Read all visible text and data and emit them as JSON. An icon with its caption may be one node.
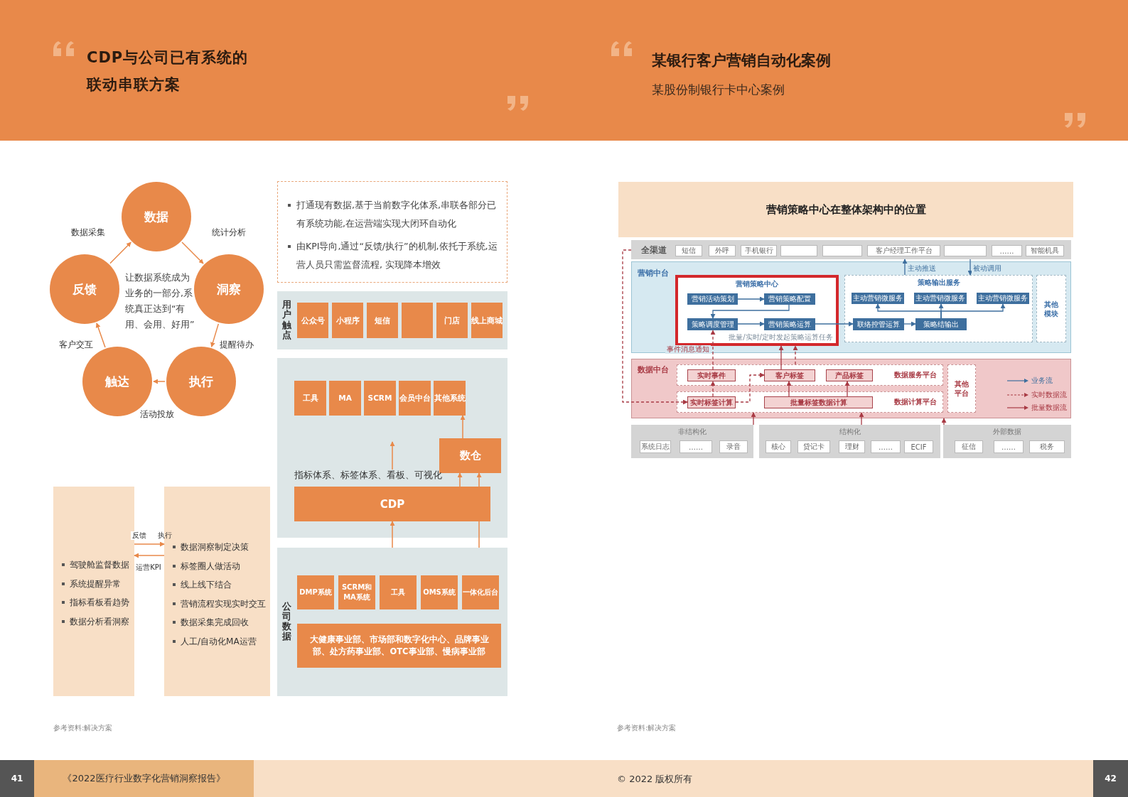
{
  "diagram": {
    "nodes": [
      {
        "text": [
          "数据"
        ]
      },
      {
        "text": [
          "洞察"
        ]
      },
      {
        "text": [
          "执行"
        ]
      },
      {
        "text": [
          "触达"
        ]
      },
      {
        "text": [
          "反馈"
        ]
      },
      {
        "text": [
          "打通现有数据,基于当前数字化体系,串联各部分已有系统功能,在运营端实现大闭环自动化",
          "由KPI导向,通过“反馈/执行”的机制,依托于系统,运营人员只需监督流程, 实现降本增效"
        ]
      },
      {
        "text": [
          "用户触点"
        ]
      },
      {
        "text": [
          "公众号"
        ],
        "in": 6
      },
      {
        "text": [
          "小程序"
        ],
        "in": 6
      },
      {
        "text": [
          "短信"
        ],
        "in": 6
      },
      {
        "text": [],
        "shape": "box",
        "in": 6
      },
      {
        "text": [
          "门店"
        ],
        "in": 6
      },
      {
        "text": [
          "线上商城"
        ],
        "in": 6
      },
      {
        "text": [],
        "shape": "box"
      },
      {
        "text": [
          "工具"
        ],
        "in": 13
      },
      {
        "text": [
          "MA"
        ],
        "in": 13
      },
      {
        "text": [
          "SCRM"
        ],
        "in": 13
      },
      {
        "text": [
          "会员中台"
        ],
        "in": 13
      },
      {
        "text": [
          "其他系统"
        ],
        "in": 13
      },
      {
        "text": [
          "数仓"
        ],
        "in": 13
      },
      {
        "text": [
          "指标体系、标签体系、看板、可视化"
        ],
        "in": 13
      },
      {
        "text": [
          "CDP"
        ],
        "in": 13
      },
      {
        "text": [
          "公司数据"
        ]
      },
      {
        "text": [
          "DMP系统"
        ],
        "in": 22
      },
      {
        "text": [
          "SCRM和MA系统"
        ],
        "in": 22
      },
      {
        "text": [
          "工具"
        ],
        "in": 22
      },
      {
        "text": [
          "OMS系统"
        ],
        "in": 22
      },
      {
        "text": [
          "一体化后台"
        ],
        "in": 22
      },
      {
        "text": [
          "大健康事业部、市场部和数字化中心、品牌事业部、处方药事业部、OTC事业部、慢病事业部"
        ],
        "in": 22
      },
      {
        "text": [
          "驾驶舱监督数据",
          "系统提醒异常",
          "指标看板看趋势",
          "数据分析看洞察"
        ]
      },
      {
        "text": [
          "数据洞察制定决策",
          "标签圈人做活动",
          "线上线下结合",
          "营销流程实现实时交互",
          "数据采集完成回收",
          "人工/自动化MA运营"
        ]
      },
      {
        "text": [
          "营销策略中心在整体架构中的位置"
        ]
      },
      {
        "text": [
          "全渠道"
        ]
      },
      {
        "text": [
          "短信"
        ],
        "in": 32
      },
      {
        "text": [
          "外呼"
        ],
        "in": 32
      },
      {
        "text": [
          "手机银行"
        ],
        "in": 32
      },
      {
        "text": [],
        "shape": "box",
        "in": 32
      },
      {
        "text": [],
        "shape": "box",
        "in": 32
      },
      {
        "text": [
          "客户经理工作平台"
        ],
        "in": 32
      },
      {
        "text": [],
        "shape": "box",
        "in": 32
      },
      {
        "text": [
          "……"
        ],
        "in": 32
      },
      {
        "text": [
          "智能机具"
        ],
        "in": 32
      },
      {
        "text": [
          "营销中台"
        ]
      },
      {
        "text": [
          "营销策略中心",
          "批量/实时/定时发起策略运算任务"
        ],
        "in": 42
      },
      {
        "text": [
          "营销活动策划"
        ],
        "in": 43
      },
      {
        "text": [
          "营销策略配置"
        ],
        "in": 43
      },
      {
        "text": [
          "策略调度管理"
        ],
        "in": 43
      },
      {
        "text": [
          "营销策略运算"
        ],
        "in": 43
      },
      {
        "text": [
          "策略输出服务"
        ],
        "in": 42
      },
      {
        "text": [
          "主动营销微服务"
        ],
        "in": 48
      },
      {
        "text": [
          "主动营销微服务"
        ],
        "in": 48
      },
      {
        "text": [
          "主动营销微服务"
        ],
        "in": 48
      },
      {
        "text": [
          "联络控管运算"
        ],
        "in": 48
      },
      {
        "text": [
          "策略结输出"
        ],
        "in": 48
      },
      {
        "text": [
          "其他模块"
        ],
        "in": 42
      },
      {
        "text": [
          "数据中台"
        ]
      },
      {
        "text": [
          "数据服务平台"
        ],
        "in": 55
      },
      {
        "text": [
          "实时事件"
        ],
        "in": 56
      },
      {
        "text": [
          "客户标签"
        ],
        "in": 56
      },
      {
        "text": [
          "产品标签"
        ],
        "in": 56
      },
      {
        "text": [
          "数据计算平台"
        ],
        "in": 55
      },
      {
        "text": [
          "实时标签计算"
        ],
        "in": 60
      },
      {
        "text": [
          "批量标签数据计算"
        ],
        "in": 60
      },
      {
        "text": [
          "其他平台"
        ],
        "in": 55
      },
      {
        "text": [
          "非结构化"
        ]
      },
      {
        "text": [
          "系统日志"
        ],
        "in": 64
      },
      {
        "text": [
          "……"
        ],
        "in": 64
      },
      {
        "text": [
          "录音"
        ],
        "in": 64
      },
      {
        "text": [
          "结构化"
        ]
      },
      {
        "text": [
          "核心"
        ],
        "in": 68
      },
      {
        "text": [
          "贷记卡"
        ],
        "in": 68
      },
      {
        "text": [
          "理财"
        ],
        "in": 68
      },
      {
        "text": [
          "……"
        ],
        "in": 68
      },
      {
        "text": [
          "ECIF"
        ],
        "in": 68
      },
      {
        "text": [
          "外部数据"
        ]
      },
      {
        "text": [
          "征信"
        ],
        "in": 74
      },
      {
        "text": [
          "……"
        ],
        "in": 74
      },
      {
        "text": [
          "税务"
        ],
        "in": 74
      }
    ],
    "edges": [
      {
        "from": 4,
        "to": 0,
        "arrow": "to",
        "label": "数据采集"
      },
      {
        "from": 0,
        "to": 1,
        "arrow": "to",
        "label": "统计分析"
      },
      {
        "from": 1,
        "to": 2,
        "arrow": "to",
        "label": "提醒待办"
      },
      {
        "from": 2,
        "to": 3,
        "arrow": "to",
        "label": "活动投放"
      },
      {
        "from": 3,
        "to": 4,
        "arrow": "to",
        "label": "客户交互"
      },
      {
        "from": 20,
        "to": null,
        "arrow": "to"
      },
      {
        "from": 19,
        "to": 18,
        "arrow": "to"
      },
      {
        "from": 21,
        "to": 19,
        "arrow": "to"
      },
      {
        "from": 21,
        "to": 19,
        "arrow": "to"
      },
      {
        "from": 22,
        "to": 21,
        "arrow": "none"
      },
      {
        "from": 22,
        "to": 21,
        "arrow": "to"
      },
      {
        "from": 29,
        "to": 30,
        "arrow": "to",
        "label": "反馈"
      },
      {
        "from": 30,
        "to": 29,
        "arrow": "to",
        "label": "运营KPI"
      },
      {
        "from": 44,
        "to": 45,
        "arrow": "to",
        "color": "#3e6f9e"
      },
      {
        "from": 45,
        "to": 46,
        "arrow": "to",
        "color": "#3e6f9e"
      },
      {
        "from": 46,
        "to": 47,
        "arrow": "to",
        "color": "#3e6f9e"
      },
      {
        "from": 47,
        "to": 52,
        "arrow": "to",
        "color": "#3e6f9e"
      },
      {
        "from": 52,
        "to": 53,
        "arrow": "to",
        "color": "#3e6f9e"
      },
      {
        "from": 53,
        "to": 49,
        "arrow": "to",
        "color": "#3e6f9e"
      },
      {
        "from": 53,
        "to": 50,
        "arrow": "to",
        "color": "#3e6f9e"
      },
      {
        "from": 53,
        "to": 51,
        "arrow": "to",
        "color": "#3e6f9e"
      },
      {
        "from": 48,
        "to": 32,
        "arrow": "to",
        "label": "主动推送",
        "color": "#3e6f9e"
      },
      {
        "from": 32,
        "to": 48,
        "arrow": "to",
        "label": "被动调用",
        "color": "#3e6f9e"
      },
      {
        "from": 57,
        "to": 46,
        "arrow": "to",
        "label": "事件消息通知",
        "style": "dashed",
        "color": "#a83a44"
      },
      {
        "from": 58,
        "to": 43,
        "arrow": "to",
        "color": "#a83a44"
      },
      {
        "from": 56,
        "to": 43,
        "arrow": "to",
        "style": "dashed",
        "color": "#a83a44"
      },
      {
        "from": 61,
        "to": 57,
        "arrow": "to",
        "style": "dashed",
        "color": "#a83a44"
      },
      {
        "from": 61,
        "to": 58,
        "arrow": "to",
        "style": "dashed",
        "color": "#a83a44"
      },
      {
        "from": 62,
        "to": 58,
        "arrow": "to",
        "color": "#a83a44"
      },
      {
        "from": 62,
        "to": 59,
        "arrow": "to",
        "color": "#a83a44"
      },
      {
        "from": 32,
        "to": 61,
        "arrow": "to",
        "style": "dashed",
        "color": "#a83a44"
      },
      {
        "from": 64,
        "to": 60,
        "arrow": "to",
        "color": "#a83a44"
      },
      {
        "from": 68,
        "to": 60,
        "arrow": "to",
        "color": "#a83a44"
      },
      {
        "from": 74,
        "to": 55,
        "arrow": "to",
        "color": "#a83a44"
      }
    ],
    "labels": [
      "CDP与公司已有系统的联动串联方案",
      "某银行客户营销自动化案例",
      "某股份制银行卡中心案例",
      "让数据系统成为业务的一部分,系统真正达到“有用、会用、好用”",
      "执行",
      "参考资料:解决方案",
      "参考资料:解决方案",
      "41",
      "《2022医疗行业数字化营销洞察报告》",
      "© 2022 版权所有",
      "42"
    ],
    "legend": [
      {
        "text": "业务流"
      },
      {
        "text": "实时数据流"
      },
      {
        "text": "批量数据流"
      }
    ]
  }
}
